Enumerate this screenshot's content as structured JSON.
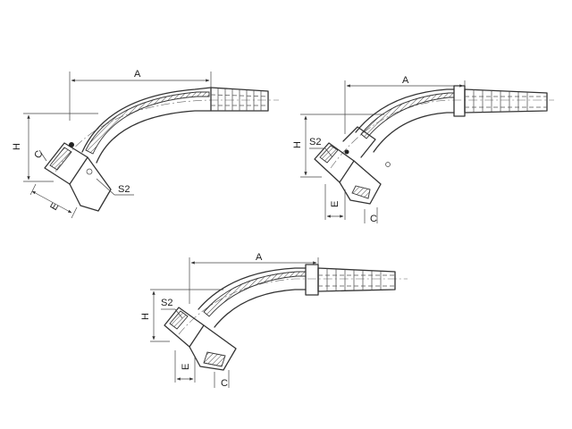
{
  "figures": [
    {
      "id": "fitting-top-left",
      "labels": {
        "a": "A",
        "h": "H",
        "c": "C",
        "e": "E",
        "s2": "S2"
      }
    },
    {
      "id": "fitting-top-right",
      "labels": {
        "a": "A",
        "h": "H",
        "c": "C",
        "e": "E",
        "s2": "S2"
      }
    },
    {
      "id": "fitting-bottom",
      "labels": {
        "a": "A",
        "h": "H",
        "c": "C",
        "e": "E",
        "s2": "S2"
      }
    }
  ]
}
